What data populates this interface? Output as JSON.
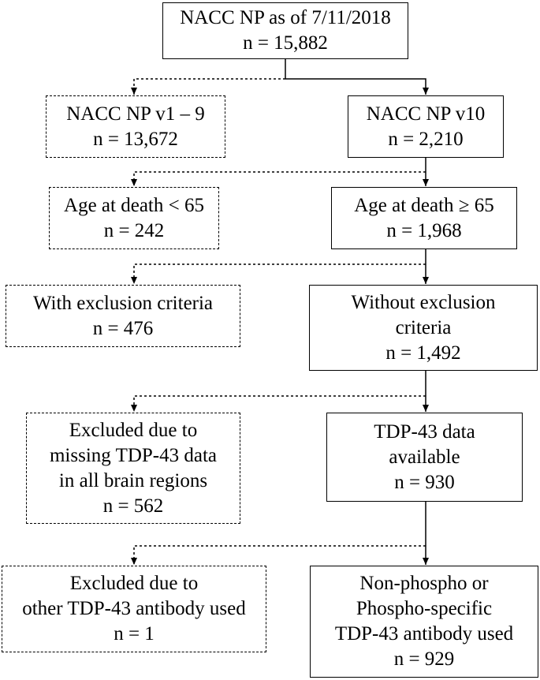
{
  "flowchart": {
    "root": {
      "lines": [
        "NACC NP as of 7/11/2018",
        "n = 15,882"
      ]
    },
    "step1": {
      "excluded": {
        "lines": [
          "NACC NP v1 – 9",
          "n = 13,672"
        ]
      },
      "included": {
        "lines": [
          "NACC NP v10",
          "n = 2,210"
        ]
      }
    },
    "step2": {
      "excluded": {
        "lines": [
          "Age at death < 65",
          "n = 242"
        ]
      },
      "included": {
        "lines": [
          "Age at death ≥ 65",
          "n = 1,968"
        ]
      }
    },
    "step3": {
      "excluded": {
        "lines": [
          "With exclusion criteria",
          "n = 476"
        ]
      },
      "included": {
        "lines": [
          "Without exclusion",
          "criteria",
          "n = 1,492"
        ]
      }
    },
    "step4": {
      "excluded": {
        "lines": [
          "Excluded due to",
          "missing TDP-43 data",
          "in all brain regions",
          "n = 562"
        ]
      },
      "included": {
        "lines": [
          "TDP-43 data",
          "available",
          "n = 930"
        ]
      }
    },
    "step5": {
      "excluded": {
        "lines": [
          "Excluded due to",
          "other TDP-43 antibody used",
          "n = 1"
        ]
      },
      "included": {
        "lines": [
          "Non-phospho or",
          "Phospho-specific",
          "TDP-43 antibody used",
          "n = 929"
        ]
      }
    }
  }
}
